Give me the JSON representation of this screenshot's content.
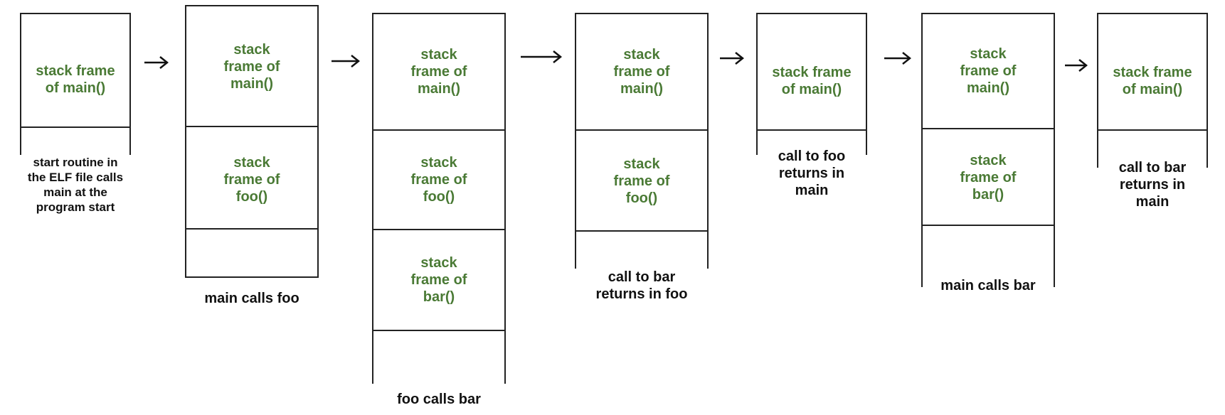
{
  "diagram": {
    "colors": {
      "frame_text": "#4a7a35",
      "lines": "#222222",
      "caption_text": "#111111"
    },
    "stages": [
      {
        "caption": "start routine in\nthe ELF file calls\nmain at the\nprogram start",
        "frames": [
          "stack frame\nof main()"
        ]
      },
      {
        "caption": "main calls foo",
        "frames": [
          "stack\nframe of\nmain()",
          "stack\nframe of\nfoo()"
        ]
      },
      {
        "caption": "foo calls bar",
        "frames": [
          "stack\nframe of\nmain()",
          "stack\nframe of\nfoo()",
          "stack\nframe of\nbar()"
        ]
      },
      {
        "caption": "call to bar\nreturns in foo",
        "frames": [
          "stack\nframe of\nmain()",
          "stack\nframe of\nfoo()"
        ]
      },
      {
        "caption": "call to foo\nreturns in\nmain",
        "frames": [
          "stack frame\nof main()"
        ]
      },
      {
        "caption": "main calls bar",
        "frames": [
          "stack\nframe of\nmain()",
          "stack\nframe of\nbar()"
        ]
      },
      {
        "caption": "call to bar\nreturns in\nmain",
        "frames": [
          "stack frame\nof main()"
        ]
      }
    ]
  }
}
